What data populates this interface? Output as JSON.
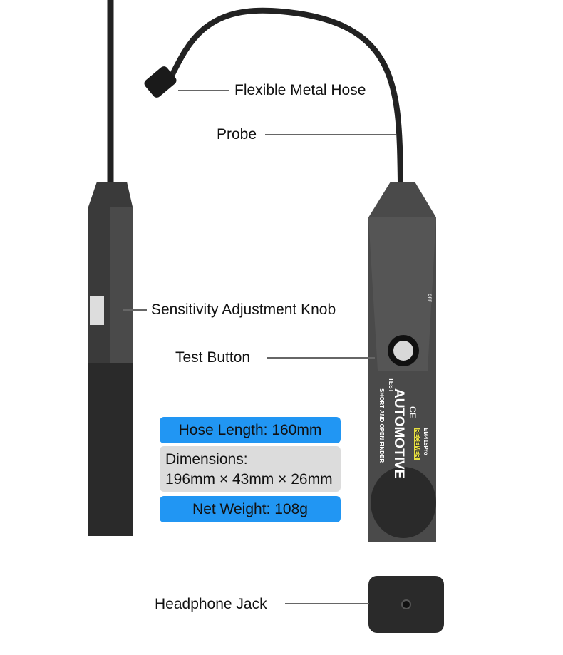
{
  "labels": {
    "hose": "Flexible Metal Hose",
    "probe": "Probe",
    "knob": "Sensitivity Adjustment Knob",
    "test_button": "Test Button",
    "headphone_jack": "Headphone Jack"
  },
  "specs": {
    "hose_length": "Hose Length: 160mm",
    "dimensions_title": "Dimensions:",
    "dimensions_value": "196mm × 43mm × 26mm",
    "net_weight": "Net Weight: 108g"
  },
  "device": {
    "title": "AUTOMOTIVE",
    "subtitle": "SHORT AND OPEN FINDER",
    "model": "EM415Pro",
    "badge": "RECEIVER",
    "ce_mark": "CE",
    "test_label": "TEST",
    "off_label": "OFF"
  },
  "colors": {
    "accent_blue": "#2196f3",
    "spec_gray": "#dcdcdc",
    "badge_yellow": "#e8e040"
  }
}
